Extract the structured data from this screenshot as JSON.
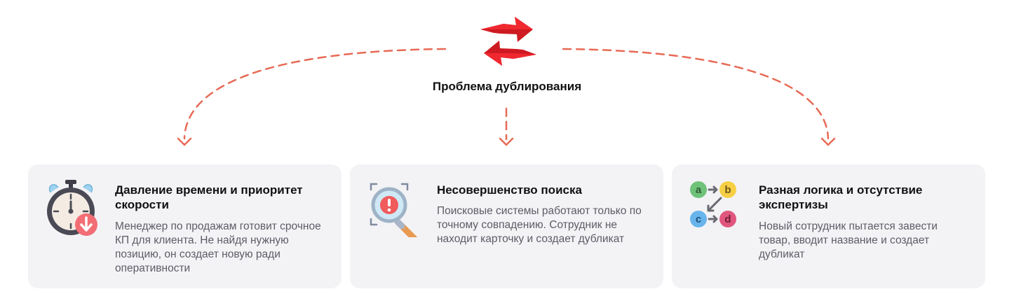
{
  "hub": {
    "title": "Проблема дублирования",
    "icon": "red-double-arrow-icon"
  },
  "colors": {
    "accent_red": "#e8232b",
    "dash_line": "#e76a55",
    "card_bg": "#f3f3f6"
  },
  "cards": [
    {
      "title": "Давление времени и приоритет скорости",
      "text": "Менеджер по продажам готовит срочное КП для клиента. Не найдя нужную позицию, он создает новую ради оперативности",
      "icon": "stopwatch-icon"
    },
    {
      "title": "Несовершенство поиска",
      "text": "Поисковые системы работают только по точному совпадению. Сотрудник не находит карточку и создает дубликат",
      "icon": "search-warning-icon"
    },
    {
      "title": "Разная логика и отсутствие экспертизы",
      "text": "Новый сотрудник пытается завести товар, вводит название и создает дубликат",
      "icon": "abcd-flow-icon"
    }
  ]
}
